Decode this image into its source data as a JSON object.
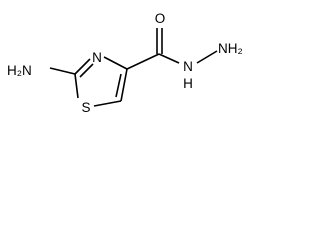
{
  "molecule": {
    "atoms": {
      "amine_n": "H₂N",
      "ring_n": "N",
      "ring_s": "S",
      "carbonyl_o": "O",
      "hydrazide_nh": "N",
      "hydrazide_h": "H",
      "terminal_n": "NH₂"
    }
  }
}
